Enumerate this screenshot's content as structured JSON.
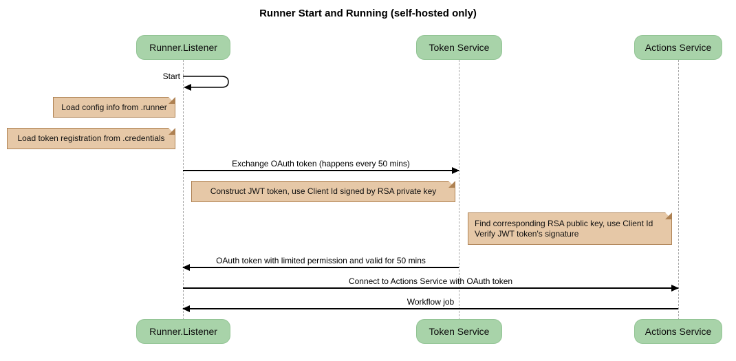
{
  "title": "Runner Start and Running (self-hosted only)",
  "participants": [
    {
      "name": "Runner.Listener"
    },
    {
      "name": "Token Service"
    },
    {
      "name": "Actions Service"
    }
  ],
  "messages": [
    {
      "label": "Start",
      "from": "Runner.Listener",
      "to": "Runner.Listener",
      "type": "self"
    },
    {
      "label": "Exchange OAuth token (happens every 50 mins)",
      "from": "Runner.Listener",
      "to": "Token Service"
    },
    {
      "label": "OAuth token with limited permission and valid for 50 mins",
      "from": "Token Service",
      "to": "Runner.Listener"
    },
    {
      "label": "Connect to Actions Service with OAuth token",
      "from": "Runner.Listener",
      "to": "Actions Service"
    },
    {
      "label": "Workflow job",
      "from": "Actions Service",
      "to": "Runner.Listener"
    }
  ],
  "notes": [
    {
      "text": "Load config info from .runner"
    },
    {
      "text": "Load token registration from .credentials"
    },
    {
      "text": "Construct JWT token, use Client Id signed by RSA private key"
    },
    {
      "text": "Find corresponding RSA public key, use Client Id\nVerify JWT token's signature"
    }
  ],
  "colors": {
    "participant_fill": "#a8d3a9",
    "participant_border": "#92c494",
    "note_fill": "#e6c8a7",
    "note_border": "#ae8152",
    "lifeline": "#a6a6a6",
    "arrow": "#000000"
  }
}
